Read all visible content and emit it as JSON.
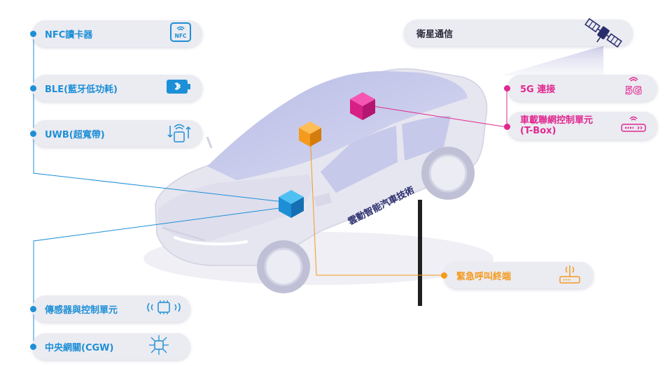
{
  "left_modules": [
    {
      "id": "nfc",
      "label": "NFC讀卡器",
      "icon": "nfc-icon"
    },
    {
      "id": "ble",
      "label": "BLE(藍牙低功耗)",
      "icon": "bluetooth-icon"
    },
    {
      "id": "uwb",
      "label": "UWB(超寬帶)",
      "icon": "uwb-icon"
    },
    {
      "id": "sensor",
      "label": "傳感器與控制單元",
      "icon": "chip-icon"
    },
    {
      "id": "cgw",
      "label": "中央網關(CGW)",
      "icon": "gateway-icon"
    }
  ],
  "right_modules": [
    {
      "id": "satellite",
      "label": "衛星通信",
      "icon": "satellite-icon"
    },
    {
      "id": "5g",
      "label": "5G 連接",
      "icon": "5g-icon"
    },
    {
      "id": "tbox",
      "label_line1": "車載聯網控制單元",
      "label_line2": "(T-Box)",
      "icon": "router-icon"
    },
    {
      "id": "ecall",
      "label": "緊急呼叫終端",
      "icon": "antenna-icon"
    }
  ],
  "nfc_icon_text": "NFC",
  "fiveg_icon_text": "5G",
  "car_text": "雲動智能汽車技術",
  "colors": {
    "blue": "#1d8fd6",
    "magenta": "#e0288f",
    "orange": "#f59a1c",
    "pill_bg": "#ebebf2",
    "car_body": "#e9e9f2"
  }
}
